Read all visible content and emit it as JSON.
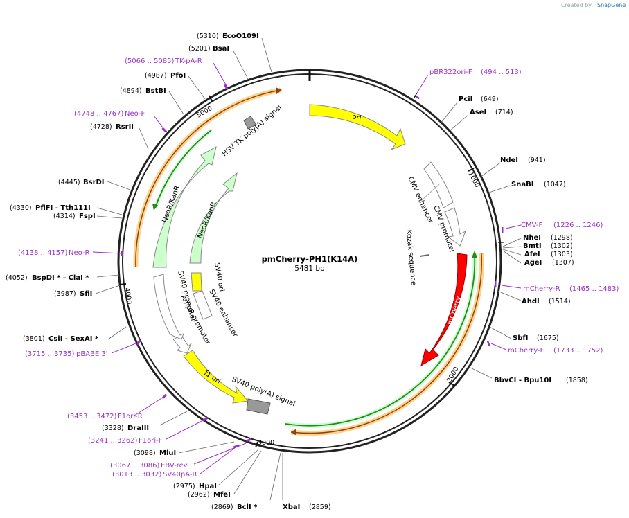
{
  "credit": {
    "text": "Created by",
    "brand": "SnapGene"
  },
  "plasmid": {
    "name": "pmCherry-PH1(K14A)",
    "length_label": "5481 bp"
  },
  "colors": {
    "primer": "#9b30c8",
    "ori": "#ffff00",
    "kan": "#ccffcc",
    "mcherry": "#ff0000",
    "orf": "#ffb347",
    "orf_line": "#228b22",
    "terminator": "#999999"
  },
  "ticks": [
    "1000",
    "2000",
    "3000",
    "4000",
    "5000"
  ],
  "enzymes_right": [
    {
      "name": "PciI",
      "pos": "(649)"
    },
    {
      "name": "AseI",
      "pos": "(714)"
    },
    {
      "name": "NdeI",
      "pos": "(941)"
    },
    {
      "name": "SnaBI",
      "pos": "(1047)"
    },
    {
      "name": "NheI",
      "pos": "(1298)"
    },
    {
      "name": "BmtI",
      "pos": "(1302)"
    },
    {
      "name": "AfeI",
      "pos": "(1303)"
    },
    {
      "name": "AgeI",
      "pos": "(1307)"
    },
    {
      "name": "AhdI",
      "pos": "(1514)"
    },
    {
      "name": "SbfI",
      "pos": "(1675)"
    },
    {
      "name": "BbvCI  - Bpu10I",
      "pos": "(1858)"
    }
  ],
  "enzymes_left": [
    {
      "name": "EcoO109I",
      "pos": "(5310)"
    },
    {
      "name": "BsaI",
      "pos": "(5201)"
    },
    {
      "name": "PfoI",
      "pos": "(4987)"
    },
    {
      "name": "BstBI",
      "pos": "(4894)"
    },
    {
      "name": "RsrII",
      "pos": "(4728)"
    },
    {
      "name": "BsrDI",
      "pos": "(4445)"
    },
    {
      "name": "PflFI  - Tth111I",
      "pos": "(4330)"
    },
    {
      "name": "FspI",
      "pos": "(4314)"
    },
    {
      "name": "BspDI *  - ClaI *",
      "pos": "(4052)"
    },
    {
      "name": "SfiI",
      "pos": "(3987)"
    },
    {
      "name": "CsiI  - SexAI *",
      "pos": "(3801)"
    },
    {
      "name": "DraIII",
      "pos": "(3328)"
    },
    {
      "name": "MluI",
      "pos": "(3098)"
    },
    {
      "name": "HpaI",
      "pos": "(2975)"
    },
    {
      "name": "MfeI",
      "pos": "(2962)"
    },
    {
      "name": "BclI *",
      "pos": "(2869)"
    },
    {
      "name": "XbaI",
      "pos": "(2859)"
    }
  ],
  "primers": [
    {
      "name": "pBR322ori-F",
      "range": "(494 .. 513)"
    },
    {
      "name": "CMV-F",
      "range": "(1226 .. 1246)"
    },
    {
      "name": "mCherry-R",
      "range": "(1465 .. 1483)"
    },
    {
      "name": "mCherry-F",
      "range": "(1733 .. 1752)"
    },
    {
      "name": "TK-pA-R",
      "range": "(5066 .. 5085)"
    },
    {
      "name": "Neo-F",
      "range": "(4748 .. 4767)"
    },
    {
      "name": "Neo-R",
      "range": "(4138 .. 4157)"
    },
    {
      "name": "pBABE 3'",
      "range": "(3715 .. 3735)"
    },
    {
      "name": "F1ori-R",
      "range": "(3453 .. 3472)"
    },
    {
      "name": "F1ori-F",
      "range": "(3241 .. 3262)"
    },
    {
      "name": "EBV-rev",
      "range": "(3067 .. 3086)"
    },
    {
      "name": "SV40pA-R",
      "range": "(3013 .. 3032)"
    }
  ],
  "features": {
    "ori": "ori",
    "cmv_enhancer": "CMV enhancer",
    "cmv_promoter": "CMV promoter",
    "kozak": "Kozak sequence",
    "mcherry": "mCherry",
    "sv40_polya": "SV40 poly(A) signal",
    "f1_ori": "f1 ori",
    "ampr_promoter": "AmpR promoter",
    "sv40_promoter": "SV40 promoter",
    "sv40_ori": "SV40 ori",
    "sv40_enhancer": "SV40 enhancer",
    "neo_inner": "NeoR/KanR",
    "neo_outer": "NeoR/KanR",
    "hsv_tk": "HSV TK poly(A) signal"
  }
}
